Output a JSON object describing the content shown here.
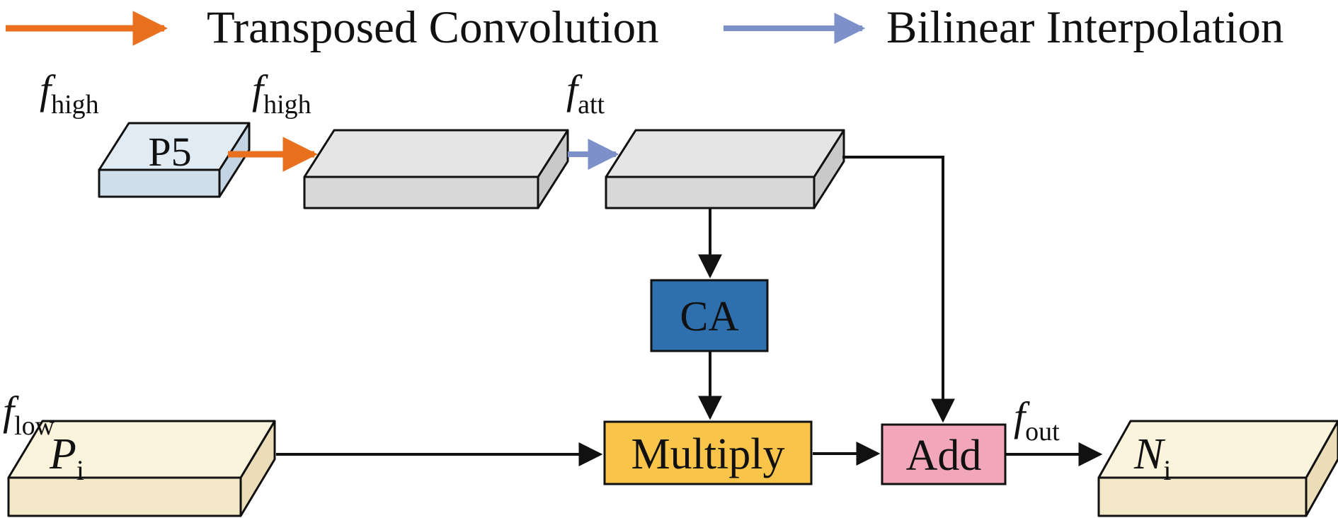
{
  "legend": {
    "items": [
      {
        "id": "transposed-convolution",
        "label": "Transposed Convolution",
        "color": "#e8701e"
      },
      {
        "id": "bilinear-interpolation",
        "label": "Bilinear Interpolation",
        "color": "#7e90c8"
      }
    ]
  },
  "labels": {
    "f_high_input": {
      "base": "f",
      "sub": "high"
    },
    "f_high_upsampled": {
      "base": "f",
      "sub": "high"
    },
    "f_att": {
      "base": "f",
      "sub": "att"
    },
    "f_low": {
      "base": "f",
      "sub": "low"
    },
    "f_out": {
      "base": "f",
      "sub": "out"
    }
  },
  "nodes": {
    "p5": {
      "label": "P5"
    },
    "ca": {
      "label": "CA"
    },
    "multiply": {
      "label": "Multiply"
    },
    "add": {
      "label": "Add"
    },
    "p_i": {
      "base": "P",
      "sub": "i"
    },
    "n_i": {
      "base": "N",
      "sub": "i"
    }
  },
  "colors": {
    "line": "#111111",
    "ca_box": "#2e6fae",
    "ca_text": "#ffffff",
    "multiply_box": "#f8c449",
    "add_box": "#f1a6ba",
    "p5_top": "#e0ebf4",
    "p5_front": "#cfdeeb",
    "p5_side": "#c3d4e4",
    "gray_top": "#e5e5e5",
    "gray_front": "#d8d8d8",
    "gray_side": "#c9c9c9",
    "cream_top": "#fbf4dd",
    "cream_front": "#f3e8c8",
    "cream_side": "#ebddb8"
  }
}
